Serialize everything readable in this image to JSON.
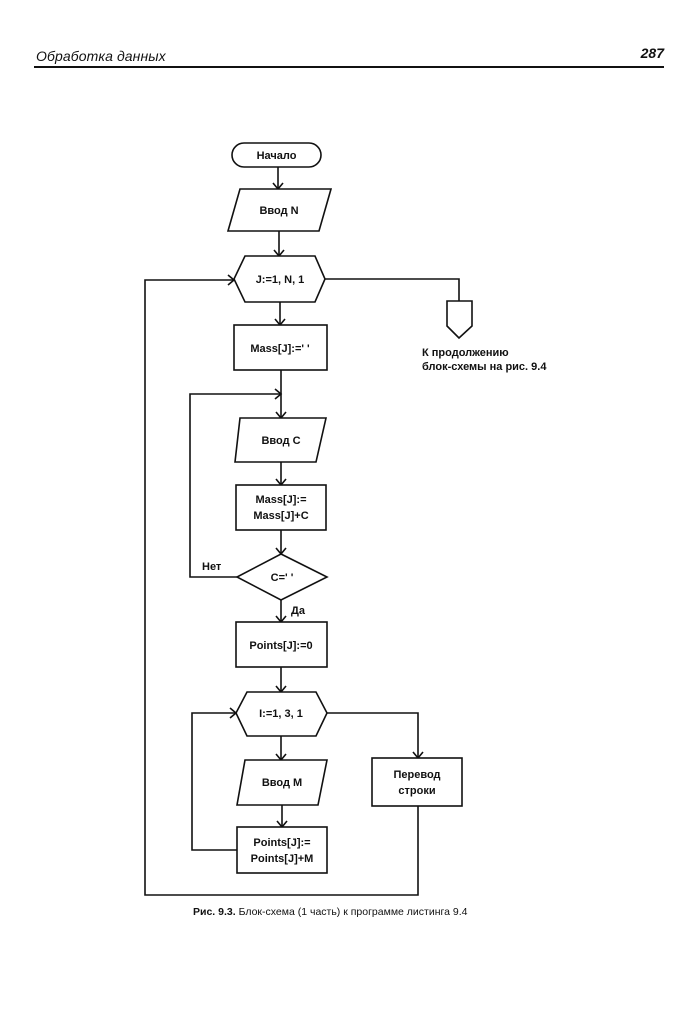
{
  "header": {
    "title": "Обработка данных",
    "page_number": "287"
  },
  "flowchart": {
    "start": "Начало",
    "input_n": "Ввод N",
    "loop_j": "J:=1, N, 1",
    "mass_init": "Mass[J]:=' '",
    "input_c": "Ввод C",
    "mass_append_line1": "Mass[J]:=",
    "mass_append_line2": "Mass[J]+C",
    "condition": "C=' '",
    "branch_no": "Нет",
    "branch_yes": "Да",
    "points_init": "Points[J]:=0",
    "loop_i": "I:=1, 3, 1",
    "input_m": "Ввод M",
    "points_add_line1": "Points[J]:=",
    "points_add_line2": "Points[J]+M",
    "newline_line1": "Перевод",
    "newline_line2": "строки",
    "connector_note_line1": "К продолжению",
    "connector_note_line2": "блок-схемы на рис. 9.4"
  },
  "caption": {
    "label": "Рис. 9.3.",
    "text": " Блок-схема (1 часть) к программе листинга 9.4"
  }
}
